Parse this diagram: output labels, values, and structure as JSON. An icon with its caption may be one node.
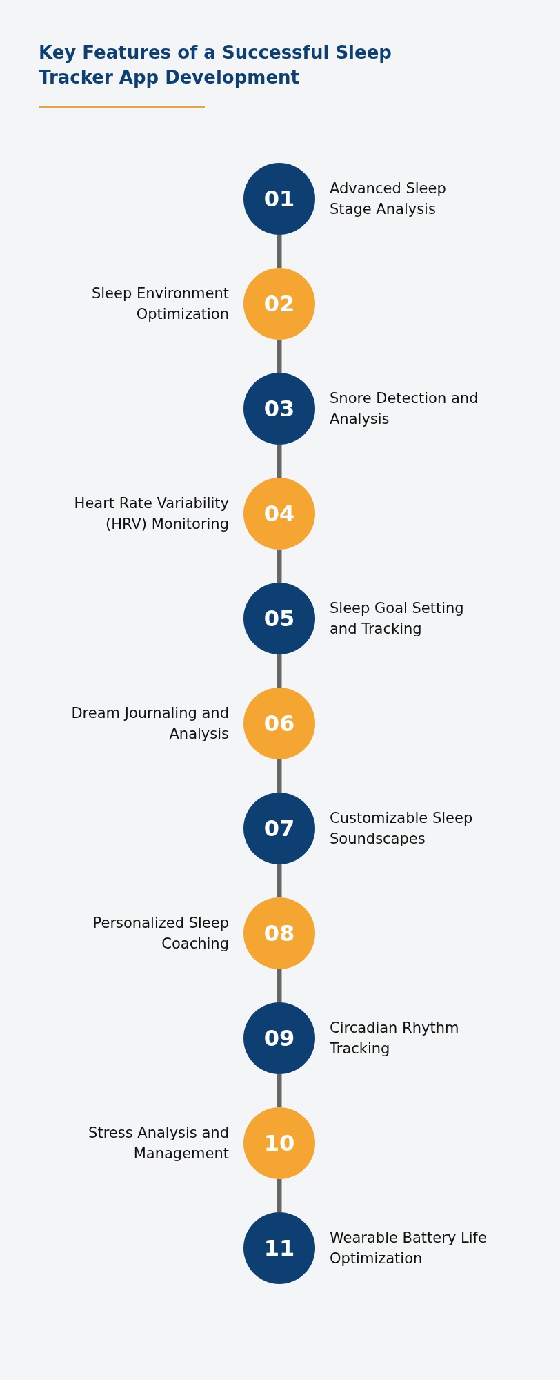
{
  "diagram": {
    "title": "Key Features of a Successful Sleep Tracker App Development",
    "nodes": [
      {
        "text": [
          "01"
        ],
        "beside": [
          "Advanced Sleep Stage Analysis"
        ]
      },
      {
        "text": [
          "02"
        ],
        "beside": [
          "Sleep Environment Optimization"
        ]
      },
      {
        "text": [
          "03"
        ],
        "beside": [
          "Snore Detection and Analysis"
        ]
      },
      {
        "text": [
          "04"
        ],
        "beside": [
          "Heart Rate Variability (HRV) Monitoring"
        ]
      },
      {
        "text": [
          "05"
        ],
        "beside": [
          "Sleep Goal Setting and Tracking"
        ]
      },
      {
        "text": [
          "06"
        ],
        "beside": [
          "Dream Journaling and Analysis"
        ]
      },
      {
        "text": [
          "07"
        ],
        "beside": [
          "Customizable Sleep Soundscapes"
        ]
      },
      {
        "text": [
          "08"
        ],
        "beside": [
          "Personalized Sleep Coaching"
        ]
      },
      {
        "text": [
          "09"
        ],
        "beside": [
          "Circadian Rhythm Tracking"
        ]
      },
      {
        "text": [
          "10"
        ],
        "beside": [
          "Stress Analysis and Management"
        ]
      },
      {
        "text": [
          "11"
        ],
        "beside": [
          "Wearable Battery Life Optimization"
        ]
      }
    ],
    "edges": [
      {
        "from": 0,
        "to": 1,
        "arrow": "none"
      },
      {
        "from": 1,
        "to": 2,
        "arrow": "none"
      },
      {
        "from": 2,
        "to": 3,
        "arrow": "none"
      },
      {
        "from": 3,
        "to": 4,
        "arrow": "none"
      },
      {
        "from": 4,
        "to": 5,
        "arrow": "none"
      },
      {
        "from": 5,
        "to": 6,
        "arrow": "none"
      },
      {
        "from": 6,
        "to": 7,
        "arrow": "none"
      },
      {
        "from": 7,
        "to": 8,
        "arrow": "none"
      },
      {
        "from": 8,
        "to": 9,
        "arrow": "none"
      },
      {
        "from": 9,
        "to": 10,
        "arrow": "none"
      }
    ]
  }
}
